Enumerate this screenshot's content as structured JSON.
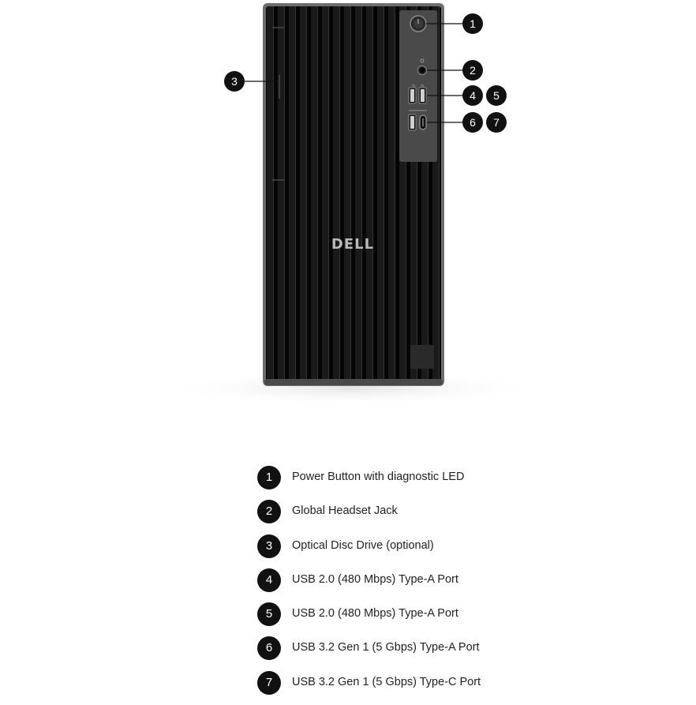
{
  "product": {
    "brand_logo_text": "DELL"
  },
  "callouts": [
    {
      "number": "1",
      "label": "Power Button with diagnostic LED"
    },
    {
      "number": "2",
      "label": "Global Headset Jack"
    },
    {
      "number": "3",
      "label": "Optical Disc Drive (optional)"
    },
    {
      "number": "4",
      "label": "USB 2.0 (480 Mbps) Type-A Port"
    },
    {
      "number": "5",
      "label": "USB 2.0 (480 Mbps) Type-A Port"
    },
    {
      "number": "6",
      "label": "USB 3.2 Gen 1 (5 Gbps) Type-A Port"
    },
    {
      "number": "7",
      "label": "USB 3.2 Gen 1 (5 Gbps) Type-C Port"
    }
  ],
  "colors": {
    "chassis": "#1b1b1b",
    "chassis_edge": "#6e6e6e",
    "port_panel": "#4a4a4a",
    "badge": "#111111",
    "badge_text": "#ffffff",
    "leader_line": "#111111"
  }
}
